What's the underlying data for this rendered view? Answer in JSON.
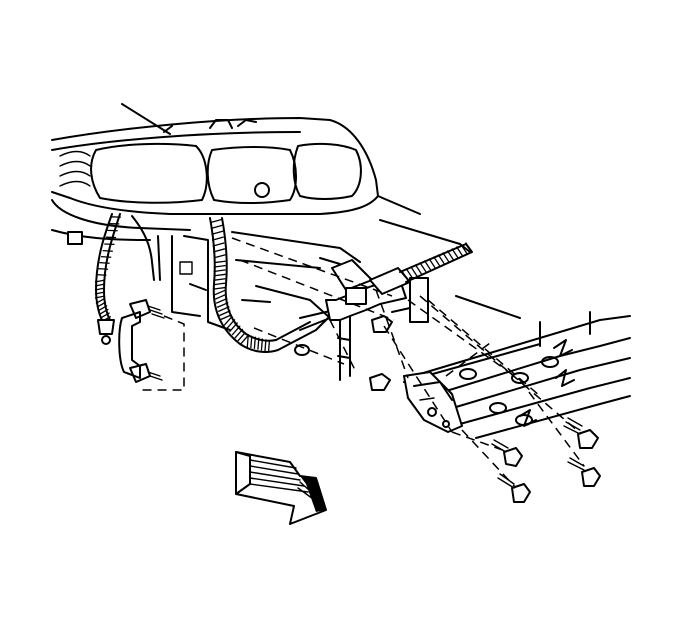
{
  "figure": {
    "parts": [
      "headlamp-assembly",
      "wiring-harness",
      "horn-and-brackets",
      "hood-latch-support-bracket",
      "battery-cable",
      "front-bumper-impact-bar",
      "mounting-bolts",
      "nuts",
      "view-direction-arrow"
    ]
  }
}
